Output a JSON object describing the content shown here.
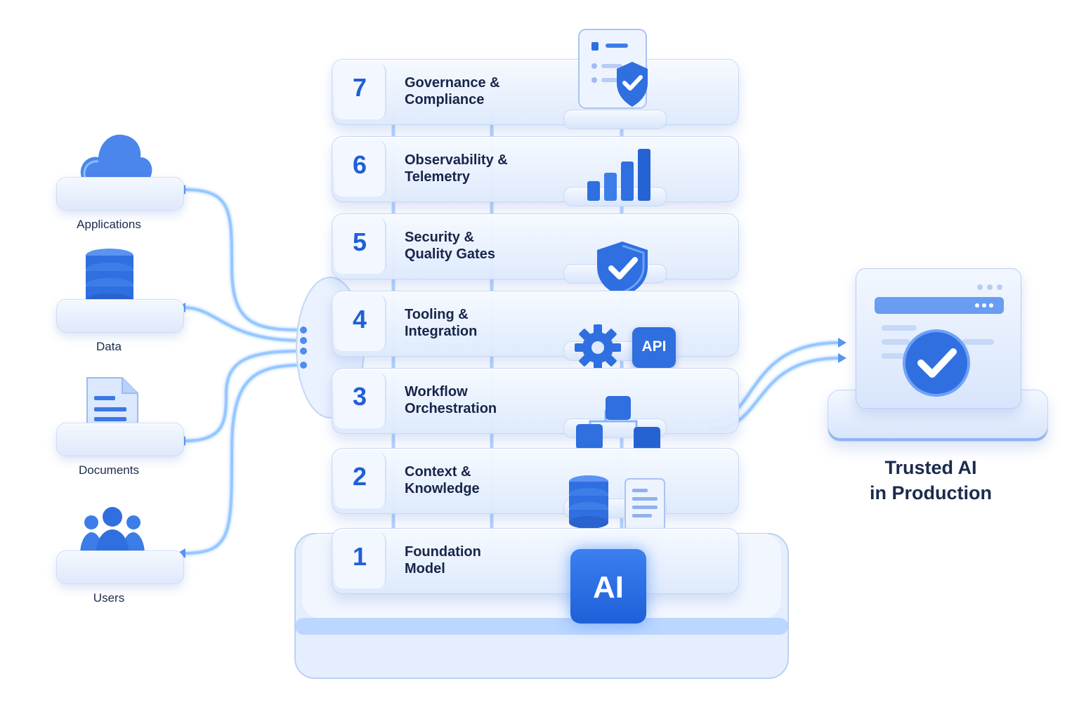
{
  "sources": [
    {
      "label": "Applications",
      "icon": "cloud-icon"
    },
    {
      "label": "Data",
      "icon": "database-icon"
    },
    {
      "label": "Documents",
      "icon": "document-icon"
    },
    {
      "label": "Users",
      "icon": "users-icon"
    }
  ],
  "layers": [
    {
      "number": "7",
      "title": "Governance &\nCompliance",
      "icon": "checklist-shield-icon"
    },
    {
      "number": "6",
      "title": "Observability &\nTelemetry",
      "icon": "bar-chart-icon"
    },
    {
      "number": "5",
      "title": "Security &\nQuality Gates",
      "icon": "shield-check-icon"
    },
    {
      "number": "4",
      "title": "Tooling &\nIntegration",
      "icon": "gear-api-icon",
      "badge": "API"
    },
    {
      "number": "3",
      "title": "Workflow\nOrchestration",
      "icon": "workflow-nodes-icon"
    },
    {
      "number": "2",
      "title": "Context &\nKnowledge",
      "icon": "database-document-icon"
    },
    {
      "number": "1",
      "title": "Foundation\nModel",
      "icon": "ai-chip-icon",
      "badge": "AI"
    }
  ],
  "output": {
    "label_line1": "Trusted AI",
    "label_line2": "in Production",
    "icon": "check-screen-icon"
  },
  "colors": {
    "accent": "#1f5fd8",
    "accent_light": "#5a93f0",
    "glow": "#8cc2ff",
    "text_dark": "#18244a",
    "surface": "#eef4ff"
  }
}
